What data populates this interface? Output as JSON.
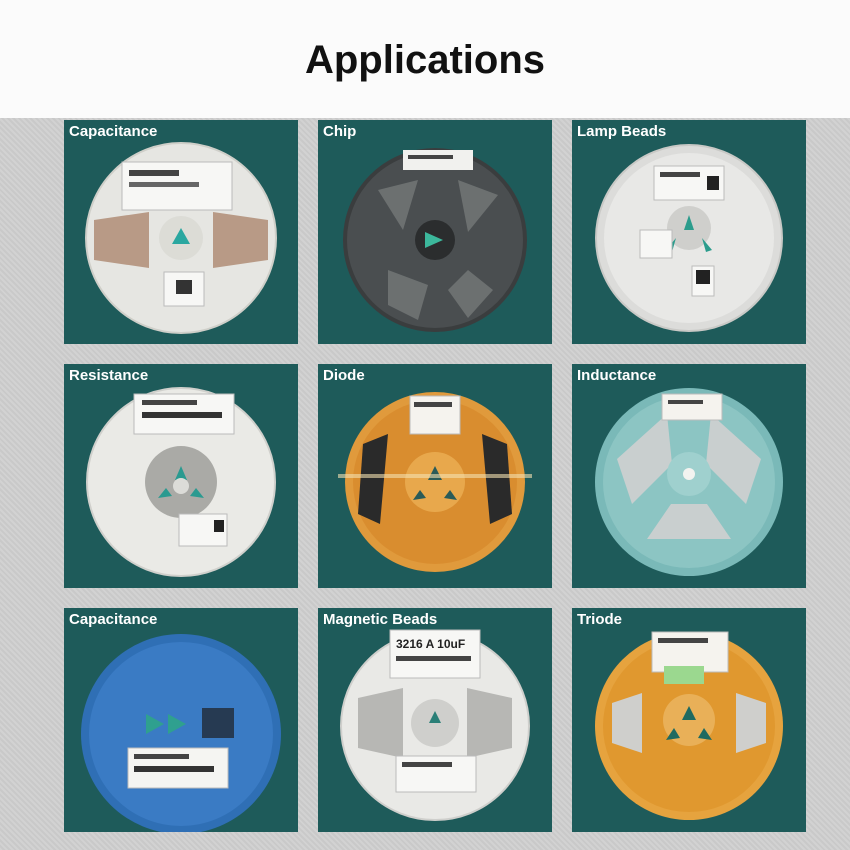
{
  "header": {
    "title": "Applications"
  },
  "tiles": [
    {
      "label": "Capacitance"
    },
    {
      "label": "Chip"
    },
    {
      "label": "Lamp Beads"
    },
    {
      "label": "Resistance"
    },
    {
      "label": "Diode"
    },
    {
      "label": "Inductance"
    },
    {
      "label": "Capacitance"
    },
    {
      "label": "Magnetic Beads"
    },
    {
      "label": "Triode"
    }
  ],
  "reel_labels": {
    "magnetic_beads_top": "3216 A  10uF"
  }
}
